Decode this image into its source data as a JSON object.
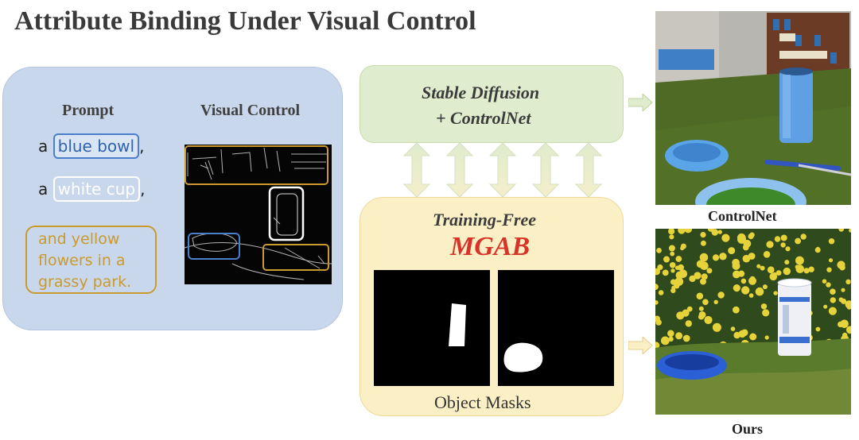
{
  "title": "Attribute Binding Under Visual Control",
  "prompt_panel": {
    "prompt_header": "Prompt",
    "control_header": "Visual Control",
    "line1_prefix": "a",
    "line1_chip": "blue bowl",
    "line1_suffix": ",",
    "line2_prefix": "a",
    "line2_chip": "white cup",
    "line2_suffix": ",",
    "scene_lines": [
      "and yellow",
      "flowers in a",
      "grassy park."
    ]
  },
  "sd_box": {
    "line1": "Stable Diffusion",
    "line2": "+ ControlNet"
  },
  "mgab_box": {
    "line1": "Training-Free",
    "line2": "MGAB",
    "masks_label": "Object Masks"
  },
  "outputs": {
    "top_caption": "ControlNet",
    "bottom_caption": "Ours"
  },
  "colors": {
    "prompt_panel_bg": "#c9d7ec",
    "sd_box_bg": "#dfeccd",
    "mgab_box_bg": "#fbefc6",
    "blue_accent": "#4a7fc9",
    "gold_accent": "#c99a2e",
    "mgab_red": "#d83328"
  }
}
